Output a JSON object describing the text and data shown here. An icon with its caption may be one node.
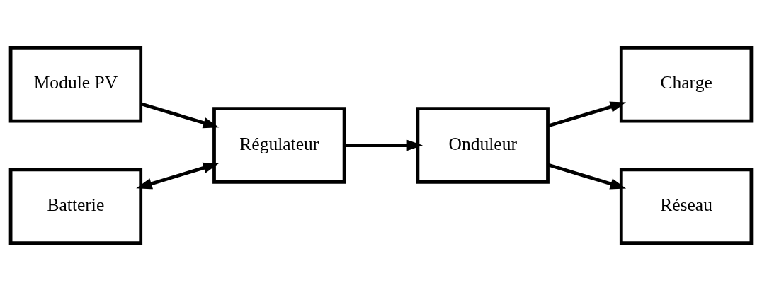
{
  "diagram": {
    "nodes": [
      {
        "text": [
          "Module PV"
        ]
      },
      {
        "text": [
          "Régulateur"
        ]
      },
      {
        "text": [
          "Onduleur"
        ]
      },
      {
        "text": [
          "Charge"
        ]
      },
      {
        "text": [
          "Batterie"
        ]
      },
      {
        "text": [
          "Réseau"
        ]
      }
    ],
    "edges": [
      {
        "from": 0,
        "to": 1,
        "arrow": "to"
      },
      {
        "from": 4,
        "to": 1,
        "arrow": "both"
      },
      {
        "from": 1,
        "to": 2,
        "arrow": "to"
      },
      {
        "from": 2,
        "to": 3,
        "arrow": "to"
      },
      {
        "from": 2,
        "to": 5,
        "arrow": "to"
      }
    ]
  }
}
